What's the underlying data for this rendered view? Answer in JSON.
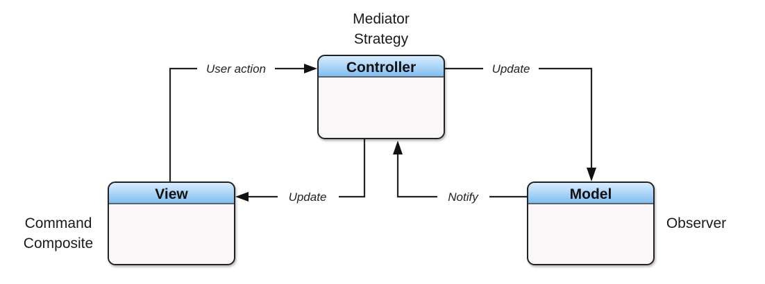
{
  "nodes": {
    "controller": {
      "title": "Controller",
      "patterns": [
        "Mediator",
        "Strategy"
      ]
    },
    "view": {
      "title": "View",
      "patterns": [
        "Command",
        "Composite"
      ]
    },
    "model": {
      "title": "Model",
      "patterns": [
        "Observer"
      ]
    }
  },
  "edges": {
    "view_to_controller": "User action",
    "controller_to_model": "Update",
    "controller_to_view": "Update",
    "model_to_controller": "Notify"
  },
  "colors": {
    "header_top": "#dbeeff",
    "header_bottom": "#7fbcf0",
    "body_fill": "#fbf7f9",
    "border": "#222222"
  }
}
